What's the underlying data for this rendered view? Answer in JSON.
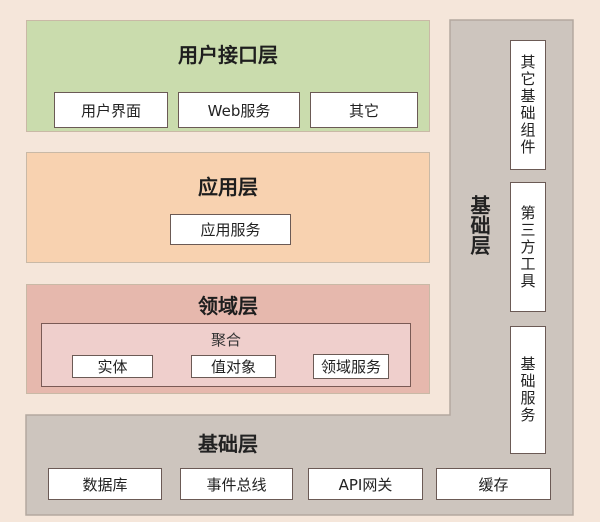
{
  "colors": {
    "background": "#f5e6da",
    "ui_layer": "#cadcad",
    "app_layer": "#f8d2b0",
    "domain_layer": "#e6b8ad",
    "aggregate": "#efcfcc",
    "infra_layer": "#cdc5be"
  },
  "ui_layer": {
    "title": "用户接口层",
    "items": [
      "用户界面",
      "Web服务",
      "其它"
    ]
  },
  "app_layer": {
    "title": "应用层",
    "items": [
      "应用服务"
    ]
  },
  "domain_layer": {
    "title": "领域层",
    "aggregate": {
      "title": "聚合",
      "items": [
        "实体",
        "值对象",
        "领域服务"
      ]
    }
  },
  "infra_layer": {
    "title": "基础层",
    "side_title": "基础层",
    "side_items": [
      "其它基础组件",
      "第三方工具",
      "基础服务"
    ],
    "bottom_items": [
      "数据库",
      "事件总线",
      "API网关",
      "缓存"
    ]
  }
}
